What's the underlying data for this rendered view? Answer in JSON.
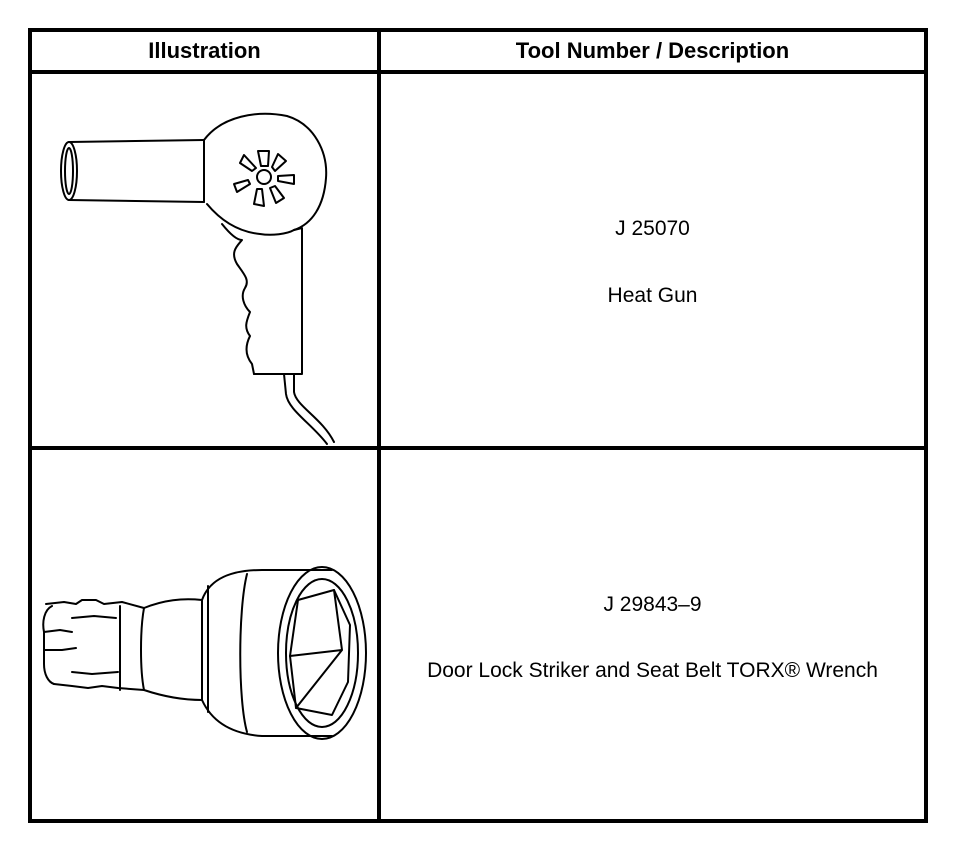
{
  "table": {
    "headers": {
      "illustration": "Illustration",
      "description": "Tool Number / Description"
    },
    "rows": [
      {
        "tool_number": "J 25070",
        "description": "Heat Gun",
        "illustration_icon": "heat-gun-icon"
      },
      {
        "tool_number": "J 29843–9",
        "description": "Door Lock Striker and Seat Belt TORX® Wrench",
        "illustration_icon": "torx-wrench-socket-icon"
      }
    ]
  }
}
